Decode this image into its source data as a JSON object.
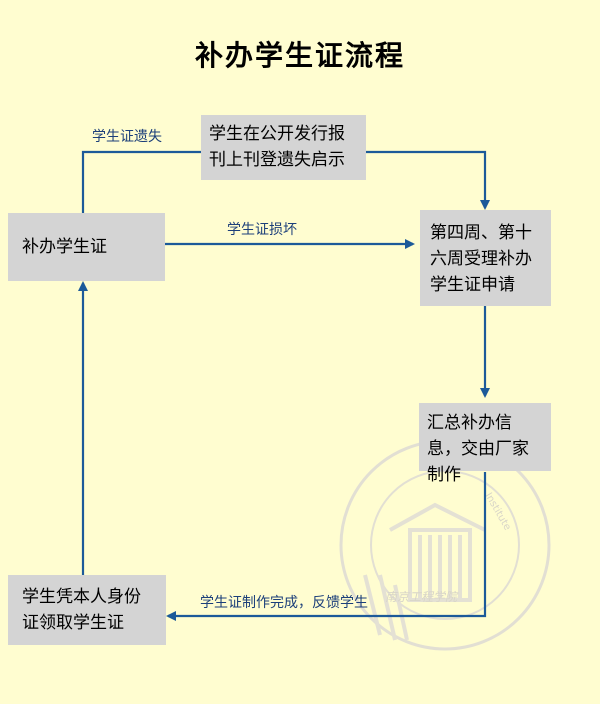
{
  "title": "补办学生证流程",
  "boxes": {
    "reissue": "补办学生证",
    "announce": "学生在公开发行报刊上刊登遗失启示",
    "accept": "第四周、第十六周受理补办学生证申请",
    "collect": "汇总补办信息，交由厂家制作",
    "receive": "学生凭本人身份证领取学生证"
  },
  "labels": {
    "lost": "学生证遗失",
    "damaged": "学生证损坏",
    "done": "学生证制作完成，反馈学生"
  },
  "watermark": {
    "chinese": "南京工程学院",
    "english": "Nanjing Institute of Technology"
  },
  "colors": {
    "background": "#fffdd0",
    "box": "#d4d4d4",
    "arrow": "#1c5a99"
  }
}
